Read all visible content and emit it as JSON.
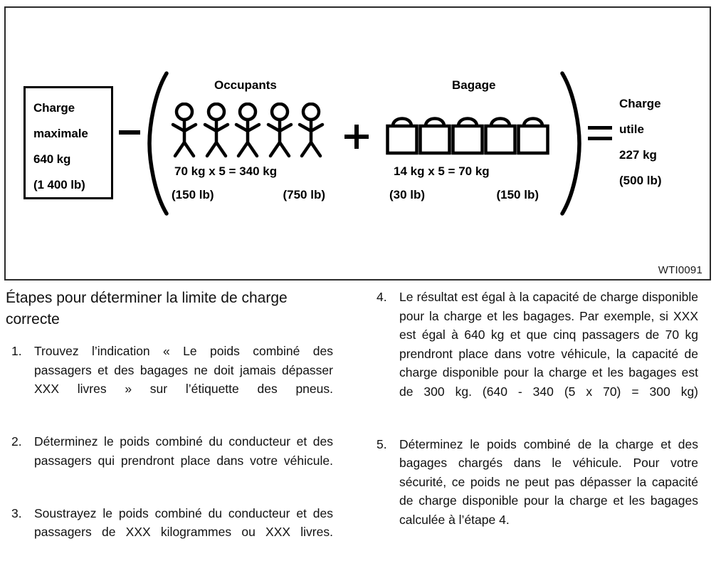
{
  "figure": {
    "code": "WTI0091",
    "max_load": {
      "label": "max-load-box",
      "lines": [
        "Charge",
        "maximale",
        "640 kg",
        "(1 400 lb)"
      ]
    },
    "minus_operator": "−",
    "plus_operator": "+",
    "equals_operator": "=",
    "occupants": {
      "title": "Occupants",
      "count": 5,
      "formula": "70 kg x 5 = 340 kg",
      "sub_left": "(150 lb)",
      "sub_right": "(750 lb)"
    },
    "bagage": {
      "title": "Bagage",
      "count": 5,
      "formula": "14 kg x 5 = 70 kg",
      "sub_left": "(30 lb)",
      "sub_right": "(150 lb)"
    },
    "payload": {
      "lines": [
        "Charge",
        "utile",
        "227 kg",
        "(500 lb)"
      ]
    }
  },
  "content": {
    "heading": "Étapes pour déterminer la limite de charge correcte",
    "steps": [
      {
        "number": "1.",
        "text": "Trouvez l’indication « Le poids combiné des passagers et des bagages ne doit jamais dépasser XXX livres » sur l’étiquette des pneus."
      },
      {
        "number": "2.",
        "text": "Déterminez le poids combiné du conducteur et des passagers qui prendront place dans votre véhicule."
      },
      {
        "number": "3.",
        "text": "Soustrayez le poids combiné du conducteur et des passagers de XXX kilogrammes ou XXX livres."
      },
      {
        "number": "4.",
        "text": "Le résultat est égal à la capacité de charge disponible pour la charge et les bagages. Par exemple, si XXX est égal à 640 kg et que cinq passagers de 70 kg prendront place dans votre véhicule, la capacité de charge disponible pour la charge et les bagages est de 300 kg. (640 - 340 (5 x 70) = 300 kg)"
      },
      {
        "number": "5.",
        "text": "Déterminez le poids combiné de la charge et des bagages chargés dans le véhicule. Pour votre sécurité, ce poids ne peut pas dépasser la capacité de charge disponible pour la charge et les bagages calculée à l’étape 4."
      }
    ]
  },
  "colors": {
    "ink": "#000000",
    "text": "#111111",
    "figure_border": "#2b2b2b",
    "background": "#ffffff"
  }
}
